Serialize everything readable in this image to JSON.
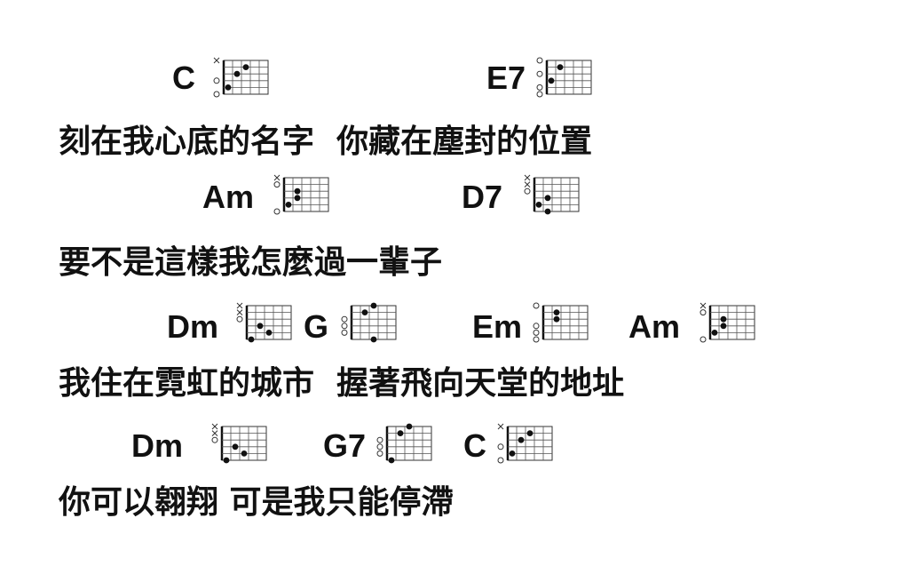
{
  "colors": {
    "text": "#111111",
    "background": "#ffffff"
  },
  "lines": [
    {
      "chords": [
        {
          "name": "C",
          "shape": [
            [
              -1
            ],
            [
              3,
              1
            ],
            [
              2,
              2
            ],
            [
              0
            ],
            [
              1,
              3
            ],
            [
              0
            ]
          ]
        },
        {
          "name": "E7",
          "shape": [
            [
              0
            ],
            [
              2,
              1
            ],
            [
              0
            ],
            [
              1,
              2
            ],
            [
              0
            ],
            [
              0
            ]
          ]
        }
      ],
      "lyric": "刻在我心底的名字  你藏在塵封的位置"
    },
    {
      "chords": [
        {
          "name": "Am",
          "shape": [
            [
              -1
            ],
            [
              0
            ],
            [
              2,
              1
            ],
            [
              2,
              2
            ],
            [
              1,
              3
            ],
            [
              0
            ]
          ]
        },
        {
          "name": "D7",
          "shape": [
            [
              -1
            ],
            [
              -1
            ],
            [
              0
            ],
            [
              2,
              1
            ],
            [
              1,
              2
            ],
            [
              2,
              3
            ]
          ]
        }
      ],
      "lyric": "要不是這樣我怎麼過一輩子"
    },
    {
      "chords": [
        {
          "name": "Dm",
          "shape": [
            [
              -1
            ],
            [
              -1
            ],
            [
              0
            ],
            [
              2,
              1
            ],
            [
              3,
              2
            ],
            [
              1,
              3
            ]
          ]
        },
        {
          "name": "G",
          "shape": [
            [
              3,
              1
            ],
            [
              2,
              2
            ],
            [
              0
            ],
            [
              0
            ],
            [
              0
            ],
            [
              3,
              3
            ]
          ]
        },
        {
          "name": "Em",
          "shape": [
            [
              0
            ],
            [
              2,
              1
            ],
            [
              2,
              2
            ],
            [
              0
            ],
            [
              0
            ],
            [
              0
            ]
          ]
        },
        {
          "name": "Am",
          "shape": [
            [
              -1
            ],
            [
              0
            ],
            [
              2,
              1
            ],
            [
              2,
              2
            ],
            [
              1,
              3
            ],
            [
              0
            ]
          ]
        }
      ],
      "lyric": "我住在霓虹的城市  握著飛向天堂的地址"
    },
    {
      "chords": [
        {
          "name": "Dm",
          "shape": [
            [
              -1
            ],
            [
              -1
            ],
            [
              0
            ],
            [
              2,
              1
            ],
            [
              3,
              2
            ],
            [
              1,
              3
            ]
          ]
        },
        {
          "name": "G7",
          "shape": [
            [
              3,
              1
            ],
            [
              2,
              2
            ],
            [
              0
            ],
            [
              0
            ],
            [
              0
            ],
            [
              1,
              3
            ]
          ]
        },
        {
          "name": "C",
          "shape": [
            [
              -1
            ],
            [
              3,
              1
            ],
            [
              2,
              2
            ],
            [
              0
            ],
            [
              1,
              3
            ],
            [
              0
            ]
          ]
        }
      ],
      "lyric": "你可以翱翔 可是我只能停滯"
    }
  ]
}
